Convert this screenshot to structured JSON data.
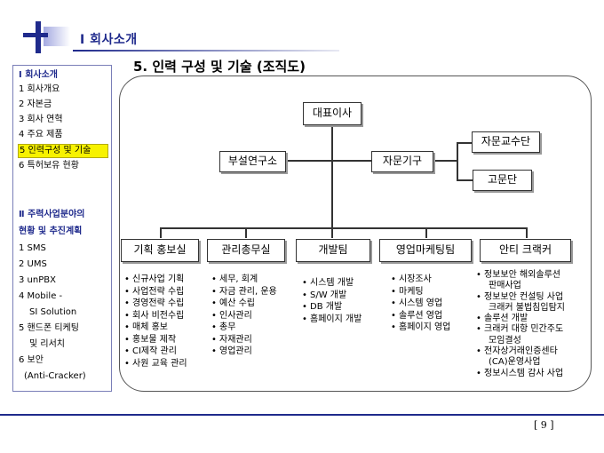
{
  "header": {
    "title": "Ⅰ 회사소개"
  },
  "slide_title": "5. 인력 구성 및 기술 (조직도)",
  "sidebar": {
    "section1_title": "Ⅰ 회사소개",
    "section1_items": [
      "1 회사개요",
      "2 자본금",
      "3 회사 연혁",
      "4 주요 제품",
      "5 인력구성 및 기술",
      "6 특허보유 현황"
    ],
    "section2_title_line1": "Ⅱ 주력사업분야의",
    "section2_title_line2": "현황 및 추진계획",
    "section2_items": [
      "1 SMS",
      "2 UMS",
      "3 unPBX",
      "4 Mobile -",
      "SI Solution",
      "5 핸드폰 티케팅",
      "및 리서치",
      "6 보안",
      "(Anti-Cracker)"
    ]
  },
  "org": {
    "ceo": "대표이사",
    "lab": "부설연구소",
    "advisory": "자문기구",
    "professors": "자문교수단",
    "consultants": "고문단",
    "departments": [
      {
        "name": "기획 홍보실",
        "items": [
          "신규사업 기획",
          "사업전략 수립",
          "경영전략 수립",
          "회사 비전수립",
          "매체 홍보",
          "홍보물 제작",
          "CI제작 관리",
          "사원 교육 관리"
        ]
      },
      {
        "name": "관리총무실",
        "items": [
          "세무, 회계",
          "자금 관리, 운용",
          "예산 수립",
          "인사관리",
          "총무",
          "자재관리",
          "영업관리"
        ]
      },
      {
        "name": "개발팀",
        "items": [
          "시스템 개발",
          "S/W 개발",
          "DB 개발",
          "홈페이지 개발"
        ]
      },
      {
        "name": "영업마케팅팀",
        "items": [
          "시장조사",
          "마케팅",
          "시스템 영업",
          "솔루션 영업",
          "홈페이지 영업"
        ]
      },
      {
        "name": "안티 크랙커",
        "items": [
          "정보보안 해외솔루션",
          "판매사업",
          "정보보안 컨설팅 사업",
          "크래커 불법침입탐지",
          "솔루션 개발",
          "크래커 대항 민간주도",
          "모임결성",
          "전자상거래인증센타",
          "(CA)운영사업",
          "정보시스템 감사 사업"
        ]
      }
    ]
  },
  "page_number": "[ 9 ]"
}
